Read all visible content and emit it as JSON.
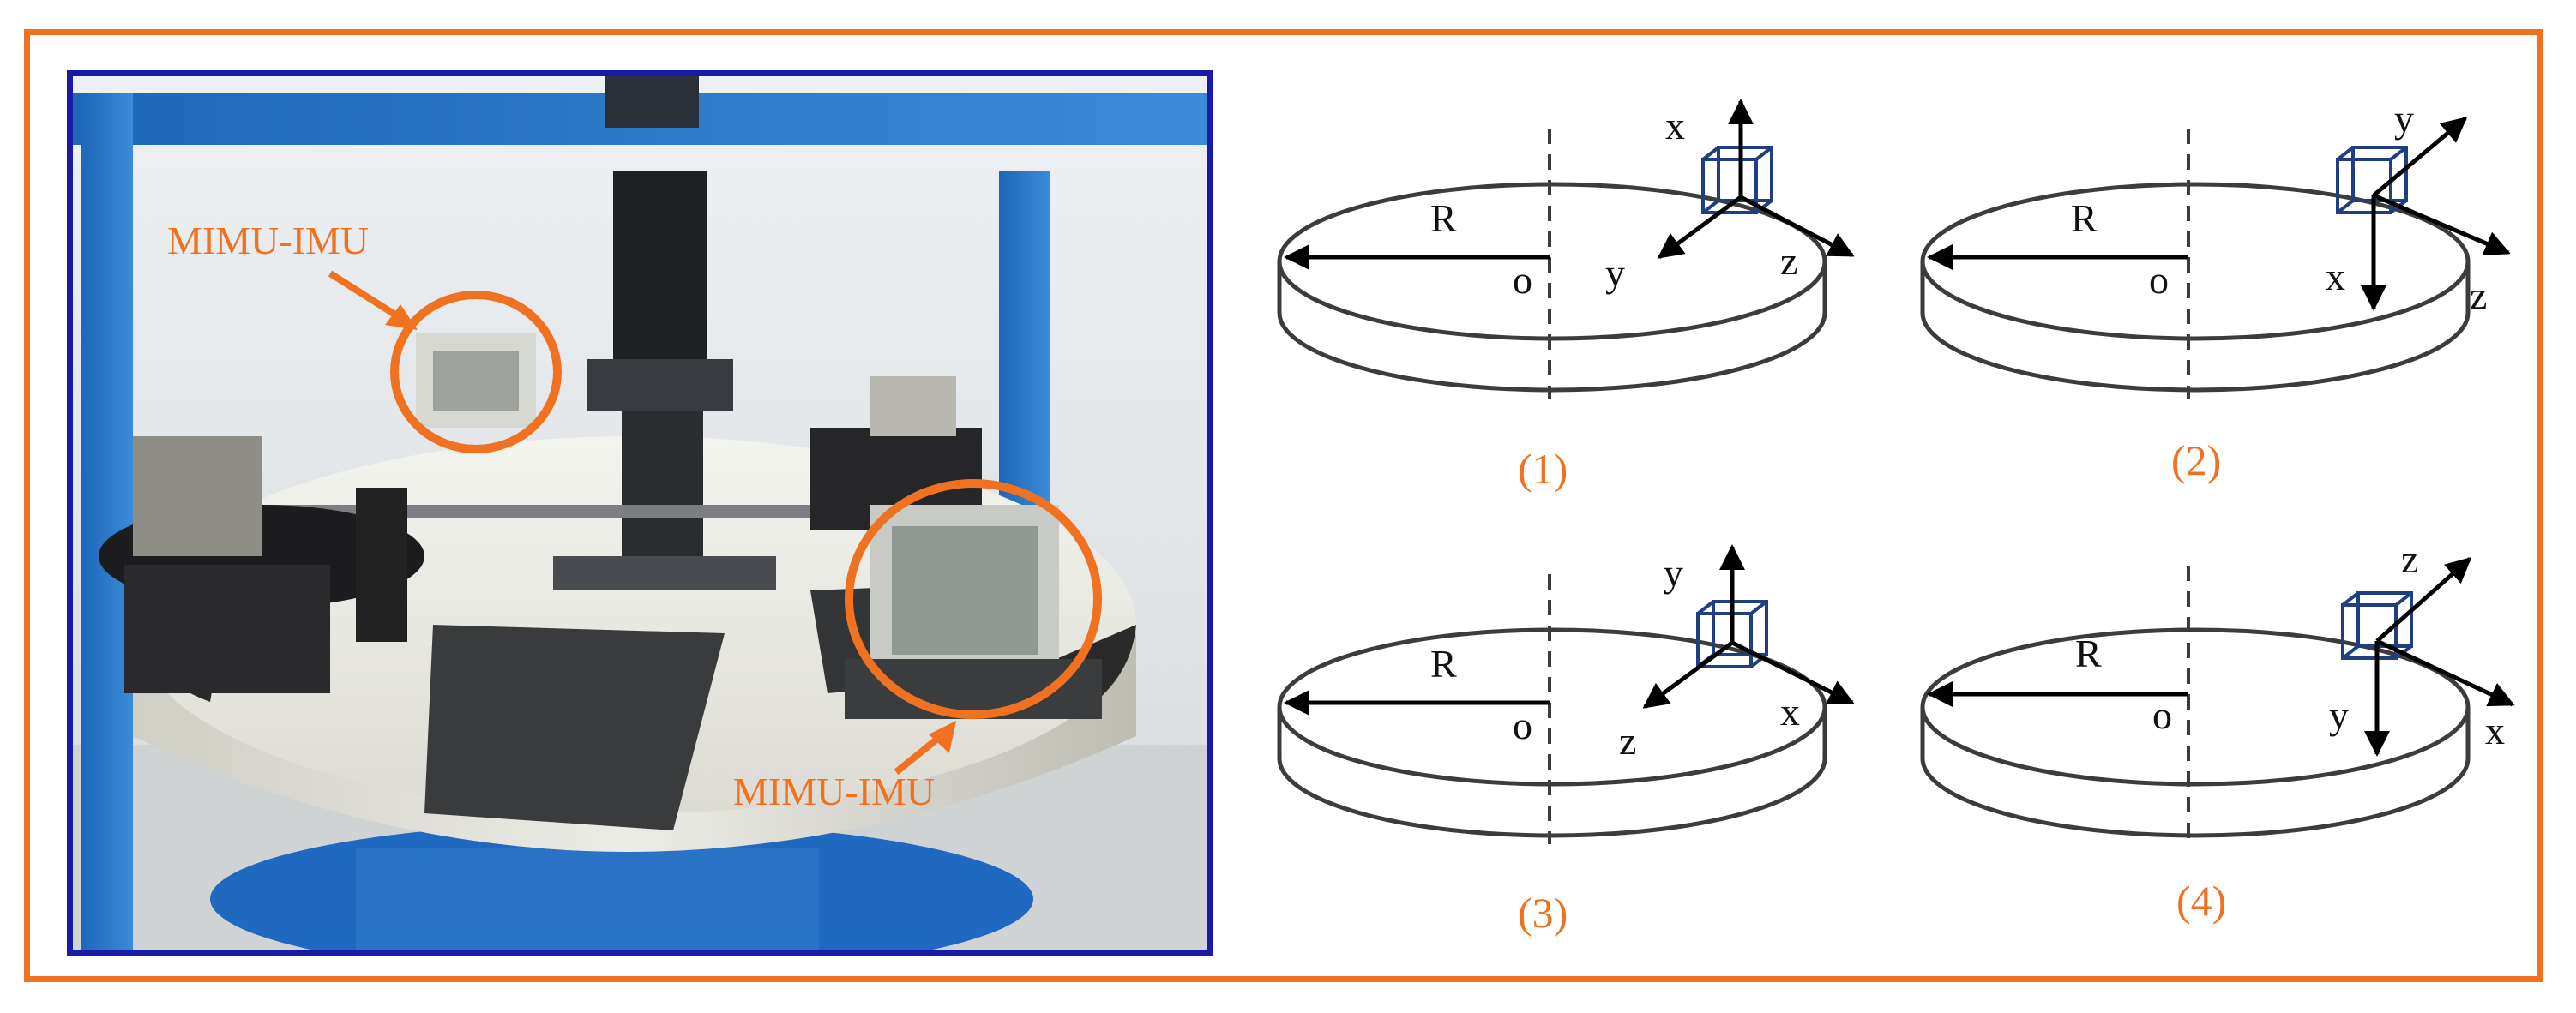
{
  "photo": {
    "label_top": "MIMU-IMU",
    "label_bottom": "MIMU-IMU",
    "colors": {
      "highlight": "#f07220",
      "frame": "#1a1aa8",
      "outer": "#f07220"
    }
  },
  "panels": [
    {
      "caption": "(1)",
      "radius": "R",
      "origin": "o",
      "axis_up": "x",
      "axis_left": "y",
      "axis_right": "z"
    },
    {
      "caption": "(2)",
      "radius": "R",
      "origin": "o",
      "axis_up": "y",
      "axis_left": "x",
      "axis_right": "z"
    },
    {
      "caption": "(3)",
      "radius": "R",
      "origin": "o",
      "axis_up": "y",
      "axis_left": "z",
      "axis_right": "x"
    },
    {
      "caption": "(4)",
      "radius": "R",
      "origin": "o",
      "axis_up": "z",
      "axis_left": "y",
      "axis_right": "x"
    }
  ]
}
